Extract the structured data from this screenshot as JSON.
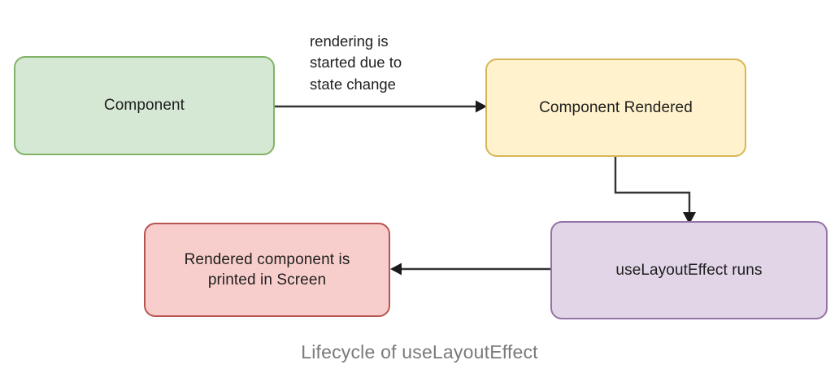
{
  "diagram": {
    "caption": "Lifecycle of useLayoutEffect",
    "background_color": "#ffffff",
    "nodes": [
      {
        "id": "component",
        "label": "Component",
        "fill": "#d5e8d4",
        "stroke": "#82b366"
      },
      {
        "id": "component-rendered",
        "label": "Component Rendered",
        "fill": "#fff2cc",
        "stroke": "#d6b656"
      },
      {
        "id": "uselayouteffect-runs",
        "label": "useLayoutEffect runs",
        "fill": "#e1d5e7",
        "stroke": "#9673a6"
      },
      {
        "id": "rendered-printed",
        "label": "Rendered component is\nprinted in Screen",
        "fill": "#f8cecc",
        "stroke": "#b85450"
      }
    ],
    "edges": [
      {
        "id": "component-to-rendered",
        "from": "component",
        "to": "component-rendered",
        "label": "rendering is\nstarted due to\nstate change",
        "color": "#333333"
      },
      {
        "id": "rendered-to-uselayouteffect",
        "from": "component-rendered",
        "to": "uselayouteffect-runs",
        "label": "",
        "color": "#333333"
      },
      {
        "id": "uselayouteffect-to-printed",
        "from": "uselayouteffect-runs",
        "to": "rendered-printed",
        "label": "",
        "color": "#333333"
      }
    ]
  }
}
